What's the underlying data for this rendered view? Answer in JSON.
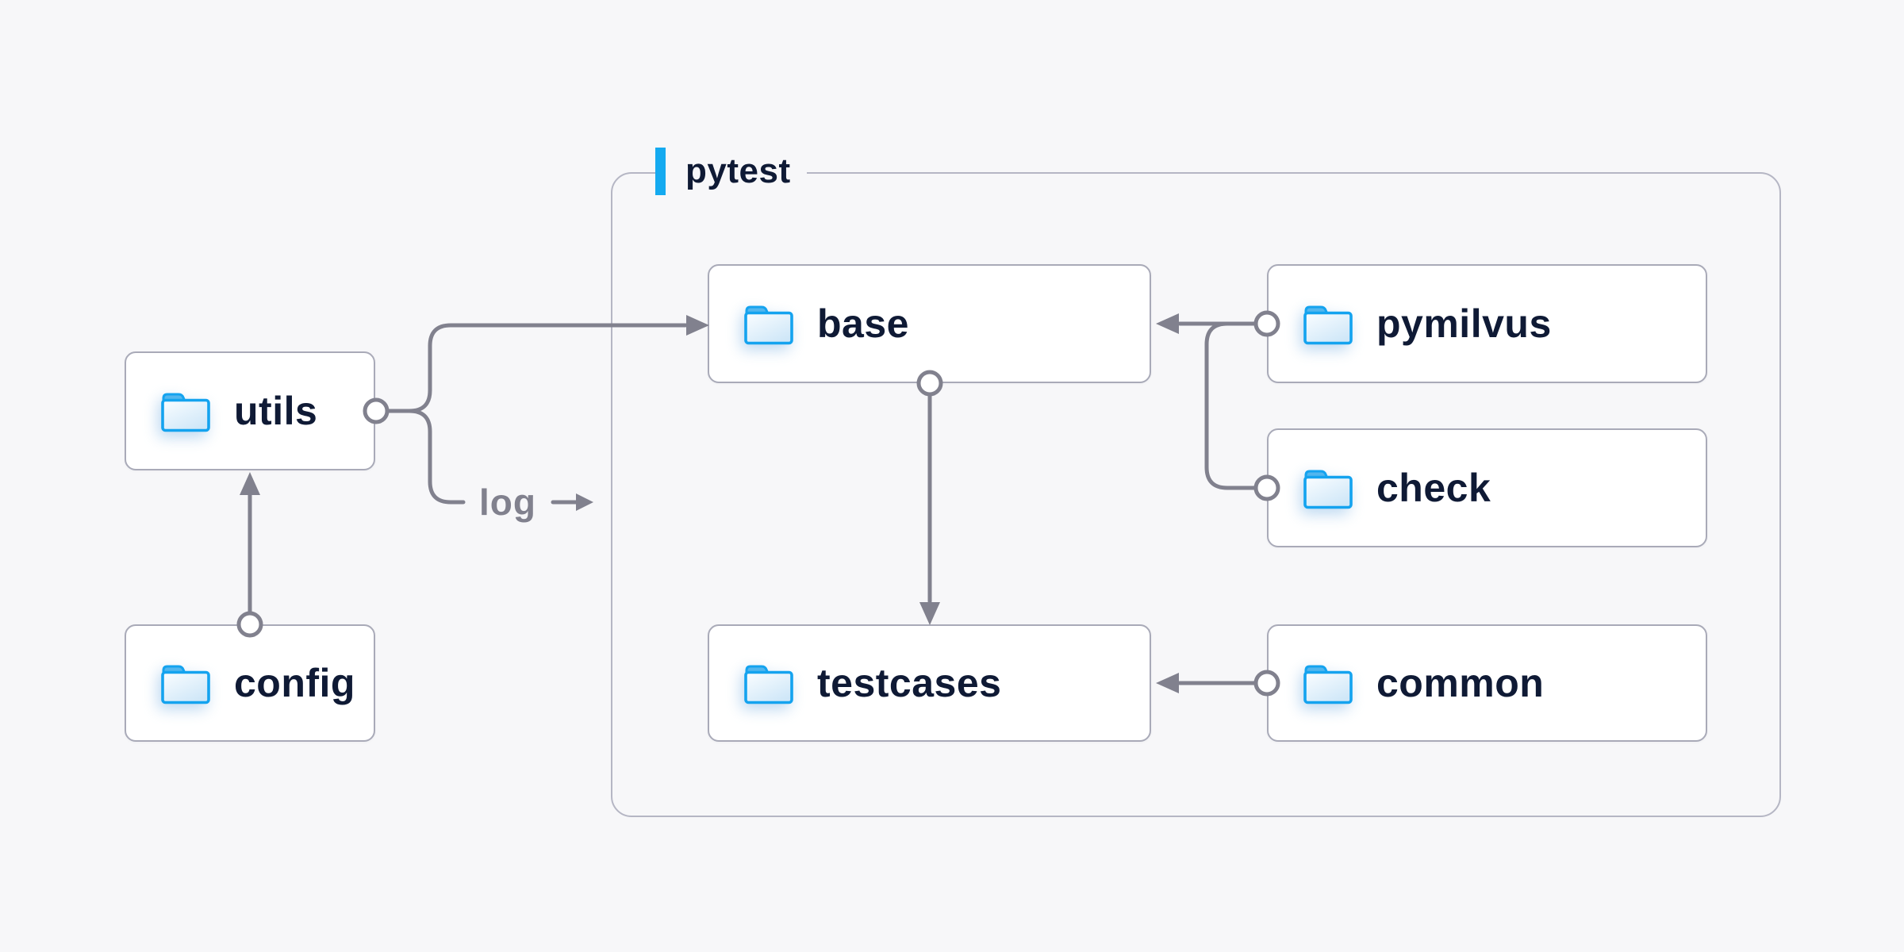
{
  "canvas": {
    "background": "#f7f7f9"
  },
  "colors": {
    "accent": "#14aaf0",
    "node_fill": "#ffffff",
    "node_border": "#a9aab8",
    "container_border": "#b5b6c4",
    "connector": "#81818e",
    "text": "#0f1a35",
    "muted_label": "#81818e",
    "folder_stroke": "#14a3ef",
    "folder_tab": "#52b6ee",
    "folder_fill_light": "#fafdff",
    "folder_fill_dark": "#cfe7f8"
  },
  "container": {
    "label": "pytest"
  },
  "nodes": [
    {
      "id": "utils",
      "label": "utils",
      "icon": "folder-icon"
    },
    {
      "id": "config",
      "label": "config",
      "icon": "folder-icon"
    },
    {
      "id": "base",
      "label": "base",
      "icon": "folder-icon"
    },
    {
      "id": "pymilvus",
      "label": "pymilvus",
      "icon": "folder-icon"
    },
    {
      "id": "check",
      "label": "check",
      "icon": "folder-icon"
    },
    {
      "id": "testcases",
      "label": "testcases",
      "icon": "folder-icon"
    },
    {
      "id": "common",
      "label": "common",
      "icon": "folder-icon"
    }
  ],
  "edges": [
    {
      "from": "config",
      "to": "utils",
      "style": "arrow"
    },
    {
      "from": "utils",
      "to": "base",
      "style": "arrow"
    },
    {
      "from": "utils",
      "to": "log",
      "label": "log",
      "style": "labeled-arrow"
    },
    {
      "from": "pymilvus",
      "to": "base",
      "style": "arrow"
    },
    {
      "from": "check",
      "to": "base",
      "style": "arrow"
    },
    {
      "from": "base",
      "to": "testcases",
      "style": "arrow"
    },
    {
      "from": "common",
      "to": "testcases",
      "style": "arrow"
    }
  ]
}
